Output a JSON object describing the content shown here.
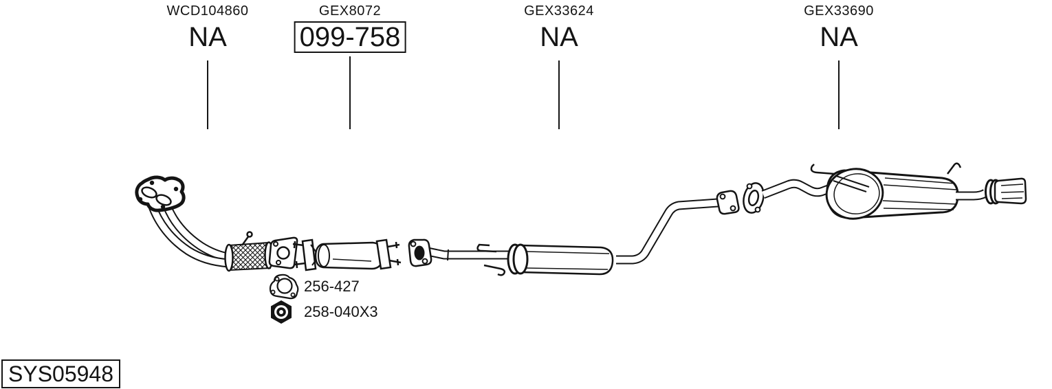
{
  "diagram": {
    "system_code": "SYS05948",
    "callouts": [
      {
        "ref": "WCD104860",
        "part": "NA",
        "boxed": false
      },
      {
        "ref": "GEX8072",
        "part": "099-758",
        "boxed": true
      },
      {
        "ref": "GEX33624",
        "part": "NA",
        "boxed": false
      },
      {
        "ref": "GEX33690",
        "part": "NA",
        "boxed": false
      }
    ],
    "hardware": [
      {
        "icon": "gasket-icon",
        "label": "256-427"
      },
      {
        "icon": "nut-icon",
        "label": "258-040X3"
      }
    ],
    "colors": {
      "line": "#141414",
      "background": "#ffffff"
    }
  }
}
